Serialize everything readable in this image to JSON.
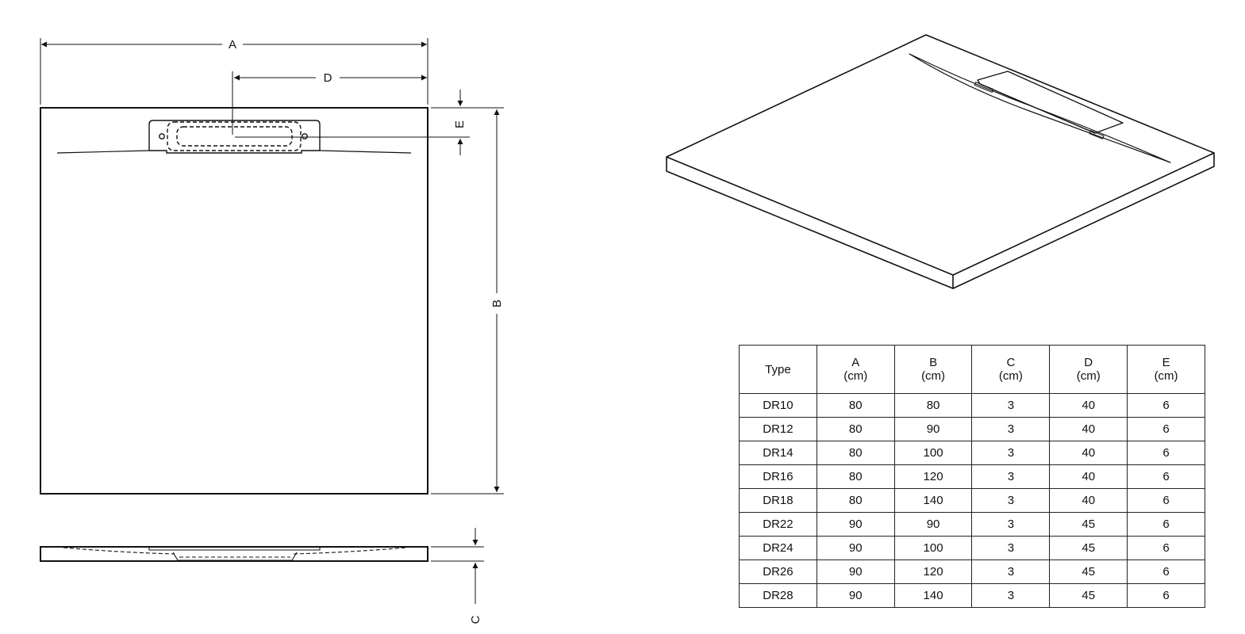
{
  "labels": {
    "A": "A",
    "B": "B",
    "C": "C",
    "D": "D",
    "E": "E"
  },
  "table": {
    "columns": [
      {
        "letter": "Type",
        "unit": ""
      },
      {
        "letter": "A",
        "unit": "(cm)"
      },
      {
        "letter": "B",
        "unit": "(cm)"
      },
      {
        "letter": "C",
        "unit": "(cm)"
      },
      {
        "letter": "D",
        "unit": "(cm)"
      },
      {
        "letter": "E",
        "unit": "(cm)"
      }
    ],
    "rows": [
      [
        "DR10",
        "80",
        "80",
        "3",
        "40",
        "6"
      ],
      [
        "DR12",
        "80",
        "90",
        "3",
        "40",
        "6"
      ],
      [
        "DR14",
        "80",
        "100",
        "3",
        "40",
        "6"
      ],
      [
        "DR16",
        "80",
        "120",
        "3",
        "40",
        "6"
      ],
      [
        "DR18",
        "80",
        "140",
        "3",
        "40",
        "6"
      ],
      [
        "DR22",
        "90",
        "90",
        "3",
        "45",
        "6"
      ],
      [
        "DR24",
        "90",
        "100",
        "3",
        "45",
        "6"
      ],
      [
        "DR26",
        "90",
        "120",
        "3",
        "45",
        "6"
      ],
      [
        "DR28",
        "90",
        "140",
        "3",
        "45",
        "6"
      ]
    ]
  }
}
